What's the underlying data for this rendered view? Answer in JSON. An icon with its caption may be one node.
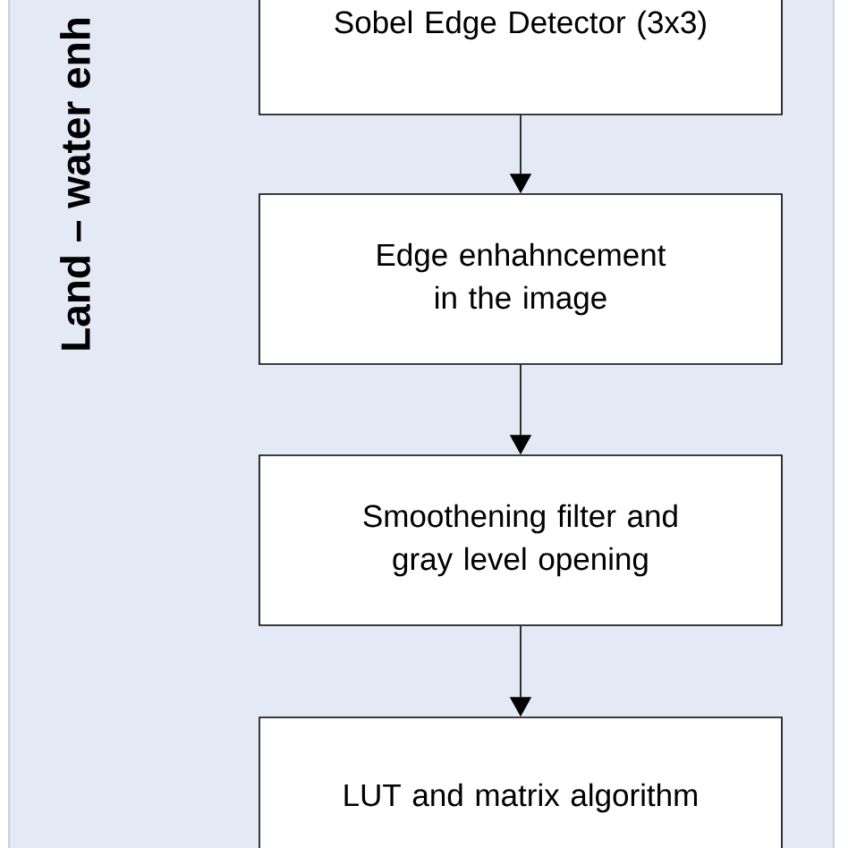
{
  "diagram": {
    "nodes": [
      {
        "text": [
          "Land – water enh"
        ]
      },
      {
        "text": [
          "Sobel Edge Detector (3x3)"
        ],
        "in": 0
      },
      {
        "text": [
          "Edge enhahncement in the image"
        ],
        "in": 0
      },
      {
        "text": [
          "Smoothening filter and gray level opening"
        ],
        "in": 0
      },
      {
        "text": [
          "LUT and matrix algorithm"
        ],
        "in": 0
      }
    ],
    "edges": [
      {
        "from": 1,
        "to": 2,
        "arrow": "to"
      },
      {
        "from": 2,
        "to": 3,
        "arrow": "to"
      },
      {
        "from": 3,
        "to": 4,
        "arrow": "to"
      }
    ]
  }
}
